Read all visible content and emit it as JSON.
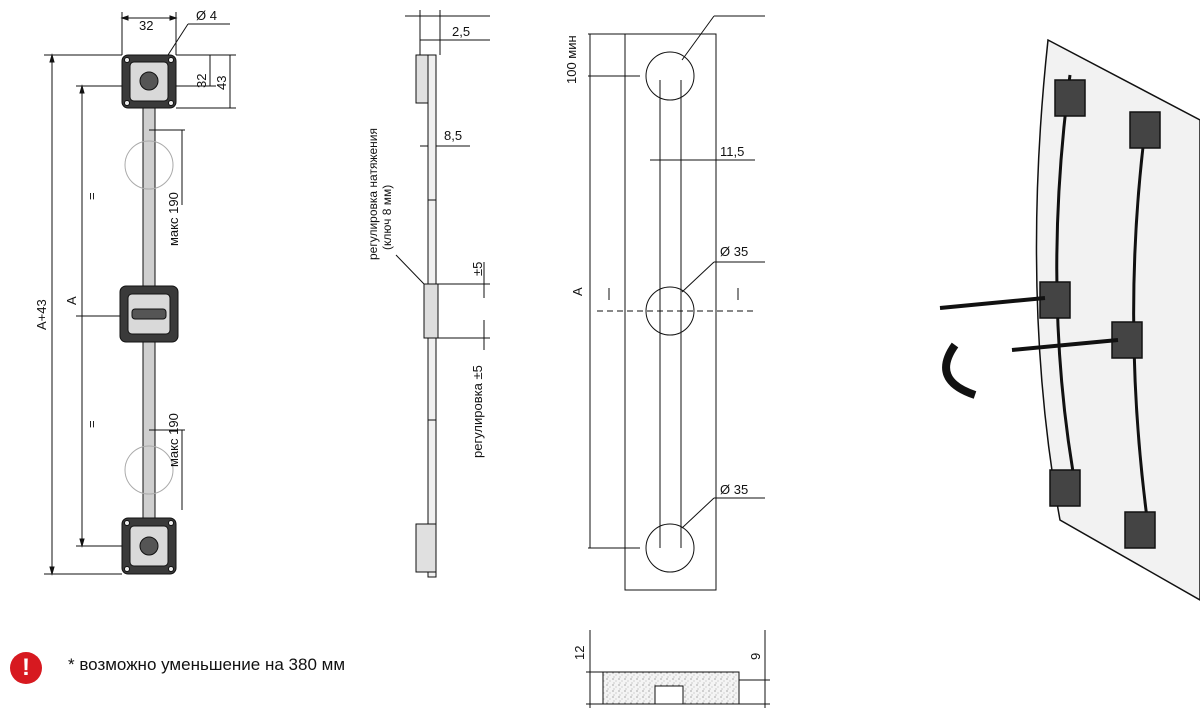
{
  "view_front": {
    "dim_top_width": "32",
    "dim_hole": "Ø 4",
    "dim_side_32": "32",
    "dim_side_43": "43",
    "dim_total": "A+43",
    "dim_a": "A",
    "eq_upper": "=",
    "eq_lower": "=",
    "max_upper": "макс 190",
    "max_lower": "макс 190"
  },
  "view_side": {
    "dim_25": "2,5",
    "dim_85": "8,5",
    "tension_label_1": "регулировка натяжения",
    "tension_label_2": "(ключ 8 мм)",
    "pm5_upper": "±5",
    "adjust_label": "регулировка ±5"
  },
  "view_panel": {
    "min_100": "100 мин",
    "dim_115": "11,5",
    "dia_mid": "Ø  35",
    "dia_low": "Ø  35",
    "dim_a": "A"
  },
  "view_section": {
    "dim_12": "12",
    "dim_9": "9"
  },
  "footnote": {
    "icon": "exclamation-icon",
    "text": "* возможно уменьшение на 380 мм",
    "icon_color": "#d71920"
  }
}
